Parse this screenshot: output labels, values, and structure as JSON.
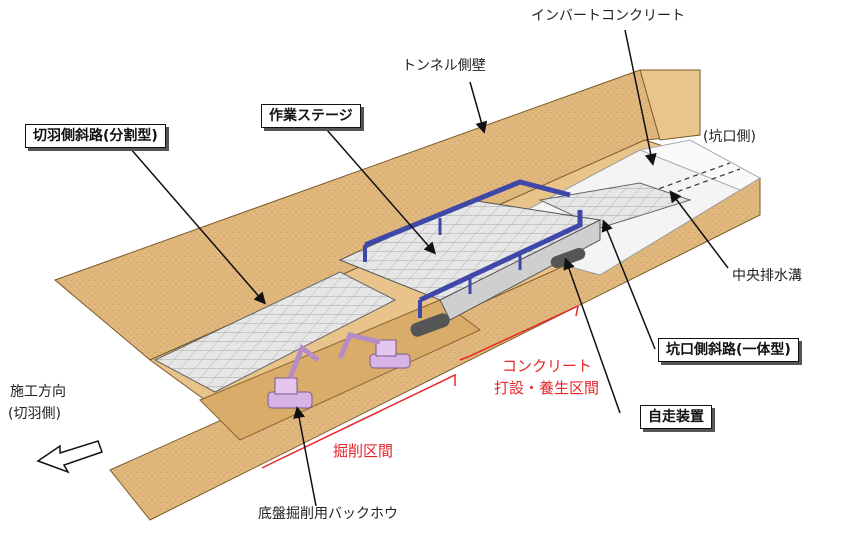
{
  "labels": {
    "invert_concrete": "インバートコンクリート",
    "tunnel_wall": "トンネル側壁",
    "portal_side": "(坑口側)",
    "face_slope": "切羽側斜路(分割型)",
    "work_stage": "作業ステージ",
    "center_drain": "中央排水溝",
    "portal_slope": "坑口側斜路(一体型)",
    "concrete_section_line1": "コンクリート",
    "concrete_section_line2": "打設・養生区間",
    "self_propelled": "自走装置",
    "excavation_section": "掘削区間",
    "direction_line1": "施工方向",
    "direction_line2": "(切羽側)",
    "backhoe": "底盤掘削用バックホウ"
  },
  "colors": {
    "soil": "#e0b77c",
    "soil_dark": "#c99a5a",
    "concrete": "#ececec",
    "stage_frame": "#3f47a8",
    "red_annotation": "#e8252b",
    "excavator": "#d8b3e6"
  }
}
